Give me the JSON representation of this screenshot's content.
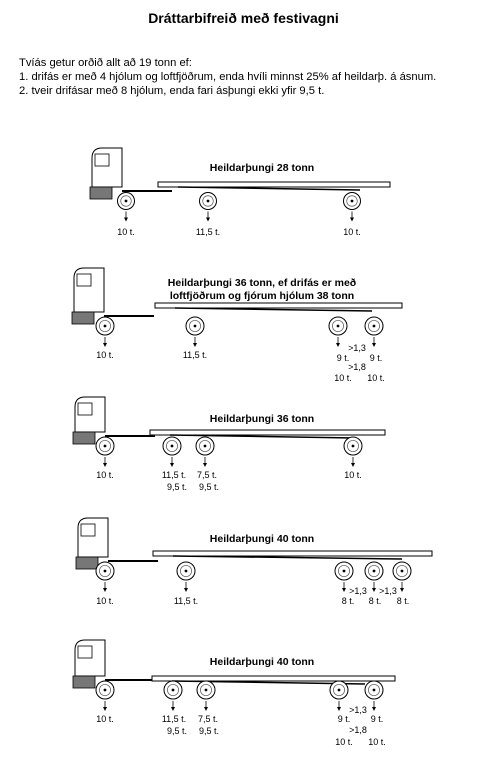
{
  "title": "Dráttarbifreið með festivagni",
  "intro": [
    "Tvíás getur orðið allt að 19 tonn ef:",
    "1. drifás er með 4 hjólum og loftfjöðrum, enda hvíli minnst 25% af heildarþ. á ásnum.",
    "2. tveir drifásar með 8 hjólum, enda  fari ásþungi ekki yfir 9,5 t."
  ],
  "diagrams": [
    {
      "heading": [
        "Heildarþungi 28 tonn"
      ],
      "labels": [
        "10 t.",
        "11,5 t.",
        "10 t."
      ]
    },
    {
      "heading": [
        "Heildarþungi 36 tonn, ef drifás er með",
        "loftfjöðrum og fjórum hjólum  38 tonn"
      ],
      "labels": [
        "10 t.",
        "11,5 t.",
        ">1,3",
        "9 t.",
        "9 t.",
        ">1,8",
        "10 t.",
        "10 t."
      ]
    },
    {
      "heading": [
        "Heildarþungi 36 tonn"
      ],
      "labels": [
        "10 t.",
        "11,5 t.",
        "9,5 t.",
        "7,5 t.",
        "9,5 t.",
        "10 t."
      ]
    },
    {
      "heading": [
        "Heildarþungi 40 tonn"
      ],
      "labels": [
        "10 t.",
        "11,5 t.",
        ">1,3",
        ">1,3",
        "8 t.",
        "8 t.",
        "8 t."
      ]
    },
    {
      "heading": [
        "Heildarþungi 40 tonn"
      ],
      "labels": [
        "10 t.",
        "11,5 t.",
        "9,5 t.",
        "7,5 t.",
        "9,5 t.",
        ">1,3",
        "9 t.",
        "9 t.",
        ">1,8",
        "10 t.",
        "10 t."
      ]
    }
  ]
}
